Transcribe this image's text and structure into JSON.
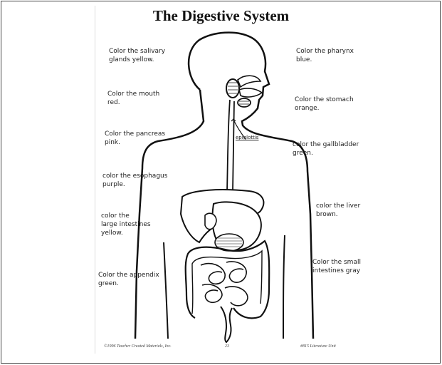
{
  "title": "The Digestive System",
  "instructions_left": [
    "Color the salivary\nglands yellow.",
    "Color the mouth\nred.",
    "Color the pancreas\npink.",
    "color the esophagus\npurple.",
    "color the\nlarge intestines\nyellow.",
    "Color the appendix\ngreen."
  ],
  "instructions_right": [
    "Color the pharynx\nblue.",
    "Color the stomach\norange.",
    "color the gallbladder\ngreen.",
    "color the liver\nbrown.",
    "Color the small\nintestines gray"
  ],
  "diagram_label": "epiglottis",
  "footer": {
    "copyright": "©1996 Teacher Created Materials, Inc.",
    "page": "23",
    "product": "#815 Literature Unit"
  }
}
